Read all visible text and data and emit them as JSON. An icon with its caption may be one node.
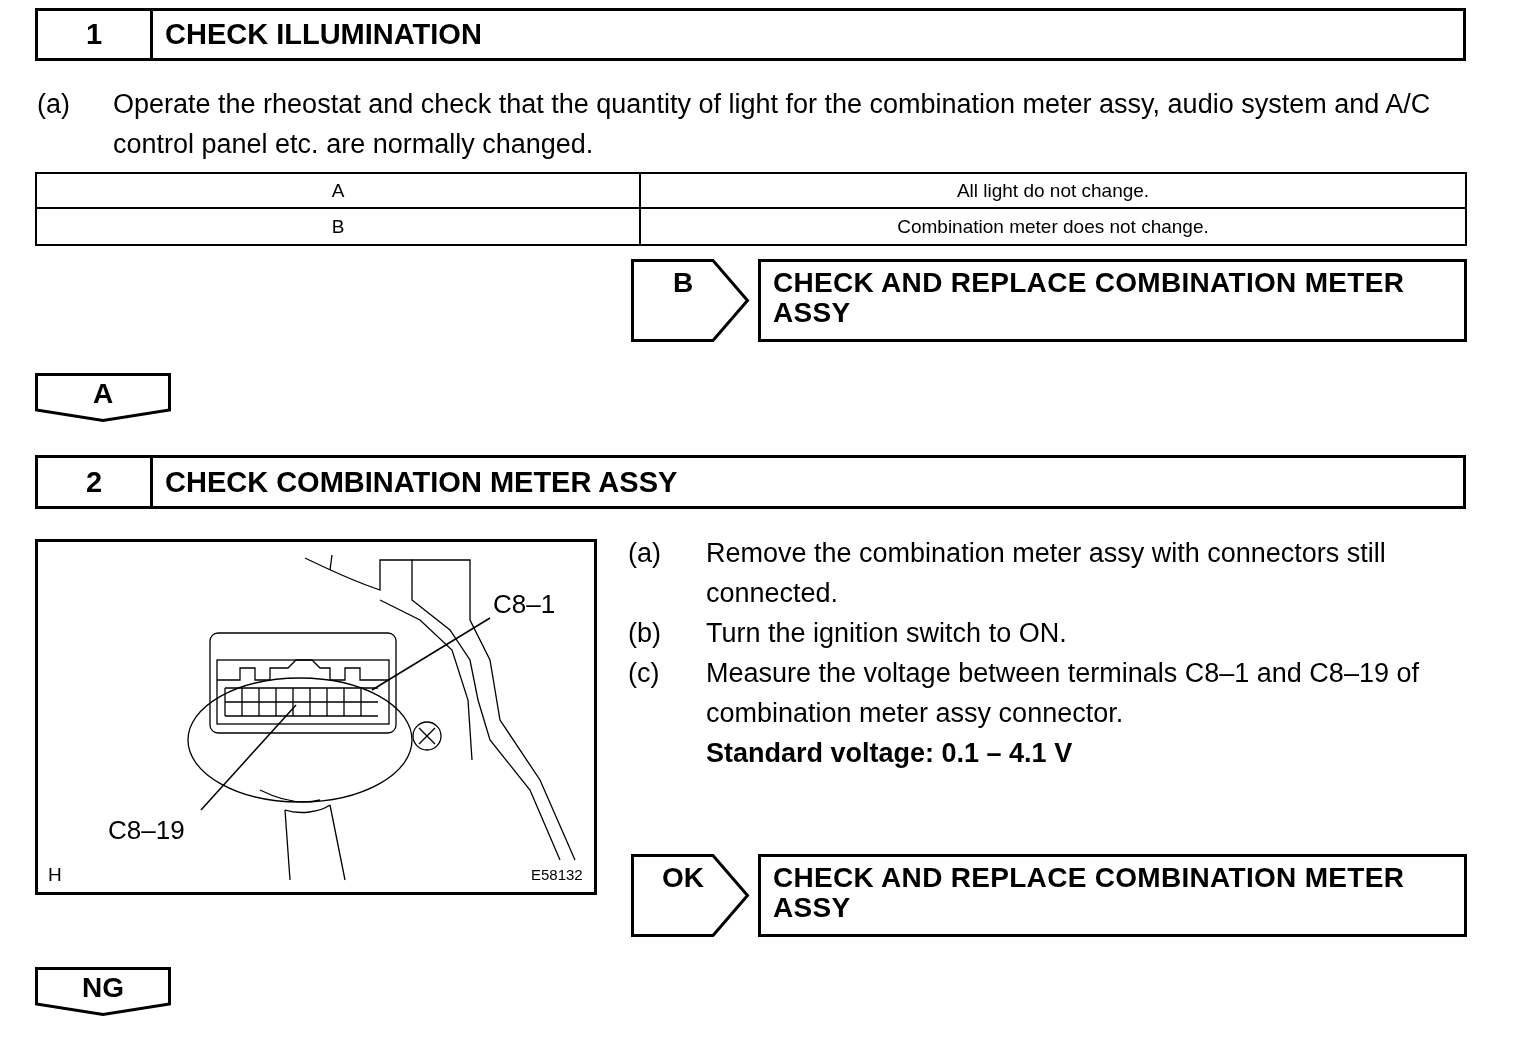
{
  "diagram": {
    "nodes": [
      {
        "text": [
          "1",
          "CHECK ILLUMINATION"
        ]
      },
      {
        "text": [
          "B"
        ]
      },
      {
        "text": [
          "CHECK AND REPLACE COMBINATION METER ASSY"
        ]
      },
      {
        "text": [
          "A"
        ]
      },
      {
        "text": [
          "2",
          "CHECK COMBINATION METER ASSY"
        ]
      },
      {
        "text": [
          "H",
          "E58132"
        ]
      },
      {
        "text": [
          "C8–1"
        ],
        "in": 5
      },
      {
        "text": [
          "C8–19"
        ],
        "in": 5
      },
      {
        "text": [
          "OK"
        ]
      },
      {
        "text": [
          "CHECK AND REPLACE COMBINATION METER ASSY"
        ]
      },
      {
        "text": [
          "NG"
        ]
      }
    ],
    "edges": [
      {
        "from": 6,
        "to": null,
        "arrow": "none"
      },
      {
        "from": 7,
        "to": null,
        "arrow": "none"
      }
    ],
    "labels": [
      "(a)",
      "Operate the rheostat and check that the quantity of light for the combination meter assy, audio system and A/C control panel etc. are normally changed.",
      "A",
      "All light do not change.",
      "B",
      "Combination meter does not change.",
      "(a)",
      "Remove the combination meter assy with connectors still connected.",
      "(b)",
      "Turn the ignition switch to ON.",
      "(c)",
      "Measure the voltage between terminals C8–1 and C8–19 of combination meter assy connector.",
      "Standard voltage: 0.1 – 4.1 V"
    ]
  }
}
